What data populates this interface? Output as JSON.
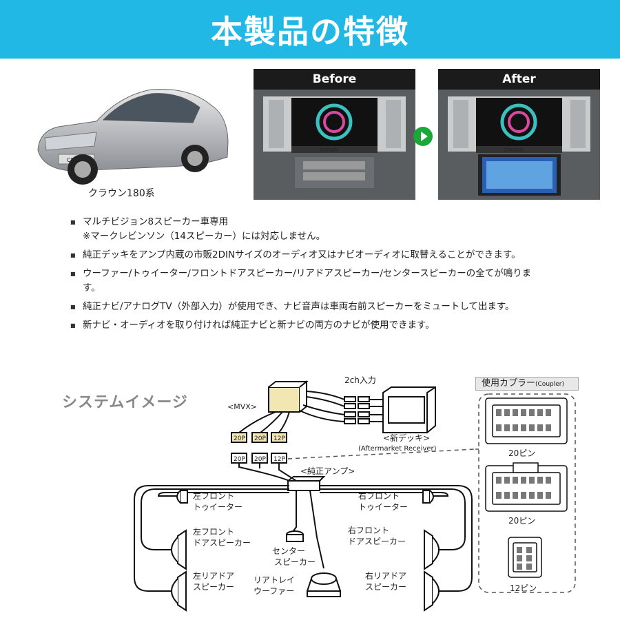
{
  "header": {
    "title": "本製品の特徴"
  },
  "car": {
    "caption": "クラウン180系",
    "badge": "CROWN"
  },
  "photos": {
    "before_label": "Before",
    "after_label": "After",
    "brand": "CROWN"
  },
  "features": [
    "マルチビジョン8スピーカー車専用",
    "※マークレビンソン（14スピーカー）には対応しません。",
    "純正デッキをアンプ内蔵の市販2DINサイズのオーディオ又はナビオーディオに取替えることができます。",
    "ウーファー/トゥイーター/フロントドアスピーカー/リアドアスピーカー/センタースピーカーの全てが鳴ります。",
    "純正ナビ/アナログTV（外部入力）が使用でき、ナビ音声は車両右前スピーカーをミュートして出ます。",
    "新ナビ・オーディオを取り付ければ純正ナビと新ナビの両方のナビが使用できます。"
  ],
  "system": {
    "title": "システムイメージ",
    "mvx": "<MVX>",
    "input_2ch": "2ch入力",
    "new_deck": "<新デッキ>",
    "new_deck_en": "(Aftermarket Receiver)",
    "amp": "<純正アンプ>",
    "conn_20p": "20P",
    "conn_12p": "12P",
    "fl_tweeter": [
      "左フロント",
      "トゥイーター"
    ],
    "fr_tweeter": [
      "右フロント",
      "トゥイーター"
    ],
    "fl_door": [
      "左フロント",
      "ドアスピーカー"
    ],
    "fr_door": [
      "右フロント",
      "ドアスピーカー"
    ],
    "center": [
      "センター",
      "スピーカー"
    ],
    "rl_door": [
      "左リアドア",
      "スピーカー"
    ],
    "rr_door": [
      "右リアドア",
      "スピーカー"
    ],
    "woofer": [
      "リアトレイ",
      "ウーファー"
    ]
  },
  "couplers": {
    "title": "使用カプラー",
    "title_en": "(Coupler)",
    "items": [
      "20ピン",
      "20ピン",
      "12ピン"
    ]
  }
}
